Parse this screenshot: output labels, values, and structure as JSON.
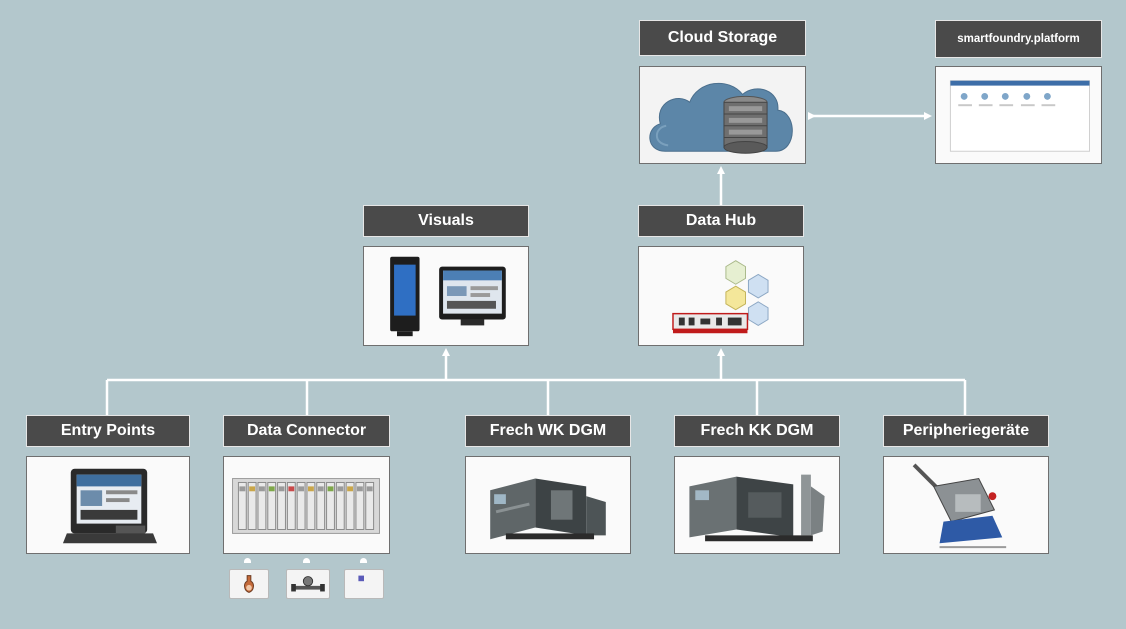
{
  "nodes": {
    "cloud_storage": {
      "label": "Cloud Storage",
      "icon": "cloud-database-icon"
    },
    "platform": {
      "label": "smartfoundry.platform",
      "icon": "platform-dashboard-screenshot"
    },
    "visuals": {
      "label": "Visuals",
      "icon": "display-terminals-image"
    },
    "data_hub": {
      "label": "Data Hub",
      "icon": "data-hub-hexagon-image"
    },
    "entry_points": {
      "label": "Entry Points",
      "icon": "touch-terminal-image"
    },
    "data_connector": {
      "label": "Data Connector",
      "icon": "io-module-rail-image"
    },
    "frech_wk_dgm": {
      "label": "Frech WK DGM",
      "icon": "die-casting-machine-image"
    },
    "frech_kk_dgm": {
      "label": "Frech KK DGM",
      "icon": "die-casting-machine-image"
    },
    "peripherals": {
      "label": "Peripheriegeräte",
      "icon": "peripheral-device-image"
    }
  },
  "sensors": [
    "temperature-sensor-icon",
    "pressure-sensor-icon",
    "module-sensor-icon"
  ],
  "colors": {
    "background": "#b3c7cc",
    "label_bg": "#4a4a4a",
    "connector": "#ffffff",
    "cloud": "#5c86a8"
  }
}
